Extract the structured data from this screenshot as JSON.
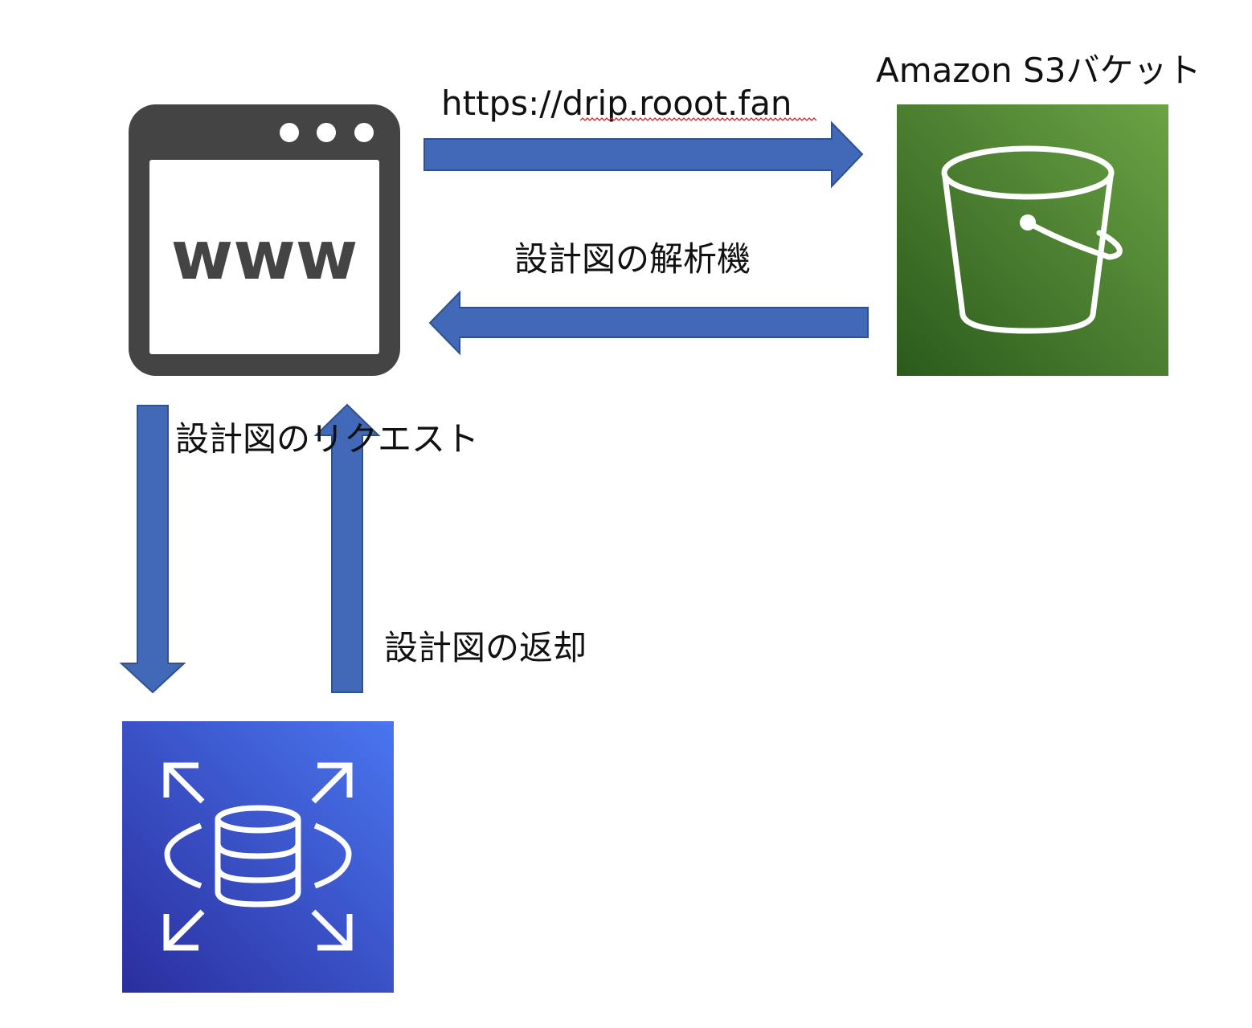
{
  "labels": {
    "url": "https://drip.rooot.fan",
    "s3_bucket": "Amazon S3バケット",
    "analyzer": "設計図の解析機",
    "request": "設計図のリクエスト",
    "return": "設計図の返却"
  },
  "browser_icon_text": "www",
  "colors": {
    "arrow_fill": "#4169b8",
    "arrow_stroke": "#2f528f",
    "browser": "#444444",
    "s3_dark": "#2b5a1c",
    "s3_light": "#6ba345",
    "rds_dark": "#2a2e9e",
    "rds_light": "#4a76f0"
  }
}
